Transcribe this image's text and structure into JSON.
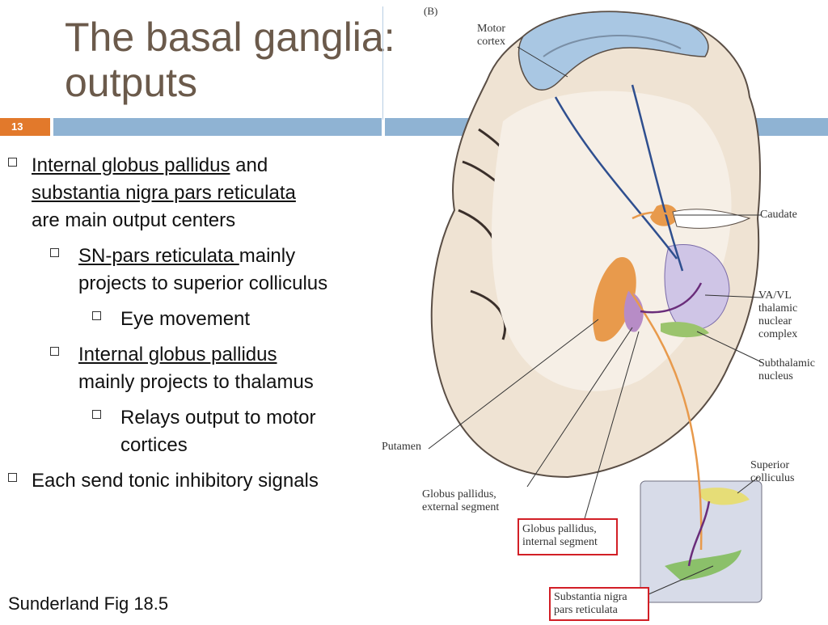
{
  "slide": {
    "title_line1": "The basal ganglia:",
    "title_line2": "outputs",
    "number": "13",
    "citation": "Sunderland Fig 18.5"
  },
  "bullets": [
    {
      "level": 1,
      "u1": "Internal globus pallidus",
      "t1": " and",
      "u2": "substantia nigra pars reticulata",
      "t2": "are main output centers"
    },
    {
      "level": 2,
      "u1": "SN-pars reticulata ",
      "t1": "mainly",
      "t2": "projects to superior colliculus"
    },
    {
      "level": 3,
      "t1": "Eye movement"
    },
    {
      "level": 2,
      "u1": "Internal globus pallidus",
      "t2": "mainly projects to thalamus"
    },
    {
      "level": 3,
      "t1": "Relays output to motor",
      "t2": "cortices"
    },
    {
      "level": 1,
      "t1": "Each send tonic inhibitory signals"
    }
  ],
  "figure": {
    "panel": "(B)",
    "labels": {
      "motor1": "Motor",
      "motor2": "cortex",
      "caudate": "Caudate",
      "vavl1": "VA/VL",
      "vavl2": "thalamic",
      "vavl3": "nuclear",
      "vavl4": "complex",
      "sub1": "Subthalamic",
      "sub2": "nucleus",
      "putamen": "Putamen",
      "gpe1": "Globus pallidus,",
      "gpe2": "external segment",
      "sc1": "Superior",
      "sc2": "colliculus",
      "gpi1": "Globus pallidus,",
      "gpi2": "internal segment",
      "snr1": "Substantia nigra",
      "snr2": "pars reticulata"
    }
  }
}
